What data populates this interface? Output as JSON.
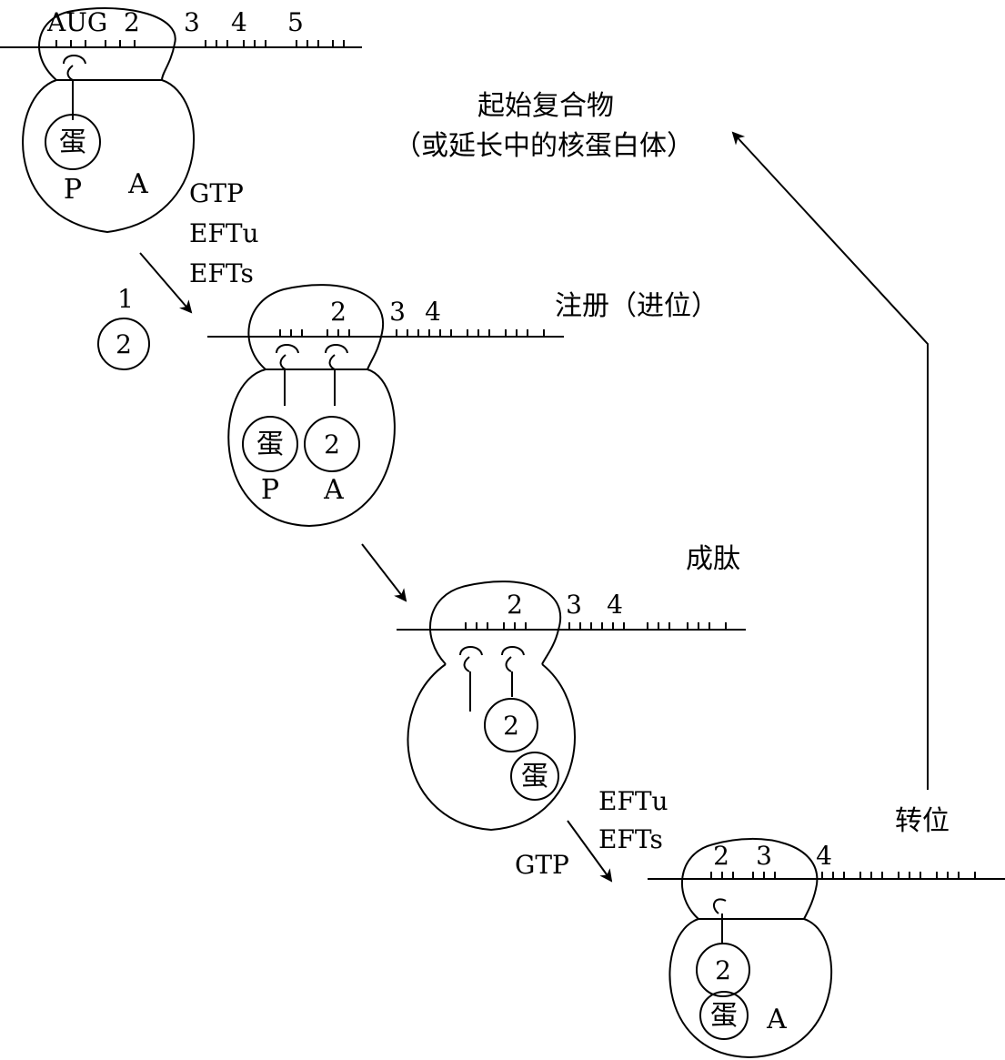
{
  "stage1": {
    "codons": [
      "AUG",
      "2",
      "3",
      "4",
      "5"
    ],
    "protein": "蛋",
    "site_p": "P",
    "site_a": "A"
  },
  "step1_factors": [
    "GTP",
    "EFTu",
    "EFTs"
  ],
  "free_trna": {
    "label": "1",
    "aa": "2"
  },
  "stage2": {
    "codons": [
      "2",
      "3",
      "4"
    ],
    "protein_p": "蛋",
    "protein_a": "2",
    "site_p": "P",
    "site_a": "A"
  },
  "label_registration": "注册（进位）",
  "label_peptide": "成肽",
  "stage3": {
    "codons": [
      "2",
      "3",
      "4"
    ],
    "aa": "2",
    "protein": "蛋"
  },
  "step3_factors": [
    "EFTu",
    "EFTs"
  ],
  "step3_gtp": "GTP",
  "stage4": {
    "codons": [
      "2",
      "3",
      "4"
    ],
    "aa": "2",
    "protein": "蛋",
    "site_a": "A"
  },
  "label_translocation": "转位",
  "label_initiation": "起始复合物",
  "label_initiation_sub": "（或延长中的核蛋白体）"
}
